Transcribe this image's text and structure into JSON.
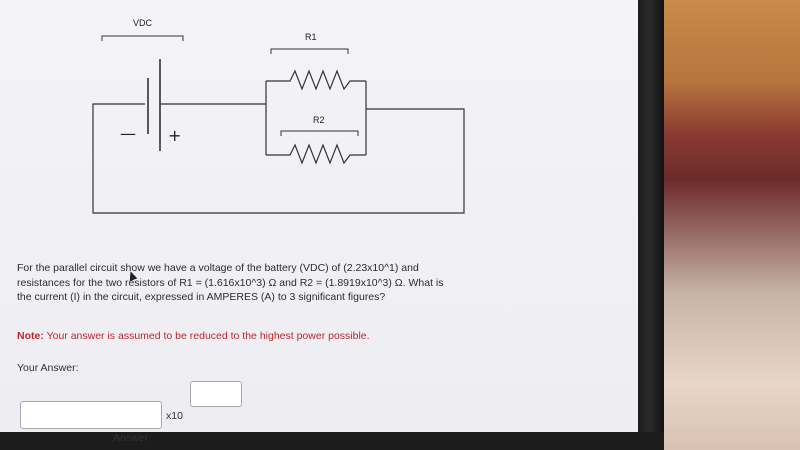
{
  "diagram": {
    "vdc_label": "VDC",
    "r1_label": "R1",
    "r2_label": "R2",
    "minus_sign": "—",
    "plus_sign": "+"
  },
  "question": {
    "text": "For the parallel circuit show we have a voltage of the battery (VDC) of (2.23x10^1) and resistances for the two resistors of R1 = (1.616x10^3) Ω and R2 = (1.8919x10^3) Ω. What is the current (I) in the circuit, expressed in AMPERES (A) to 3 significant figures?"
  },
  "note": {
    "label": "Note:",
    "text": "Your answer is assumed to be reduced to the highest power possible."
  },
  "answer": {
    "your_answer_label": "Your Answer:",
    "value": "",
    "times_ten": "x10",
    "exponent": "",
    "caption": "Answer"
  },
  "colors": {
    "note_red": "#c0272d",
    "screen_bg": "#f1f1f5",
    "text": "#2d2d2d"
  }
}
